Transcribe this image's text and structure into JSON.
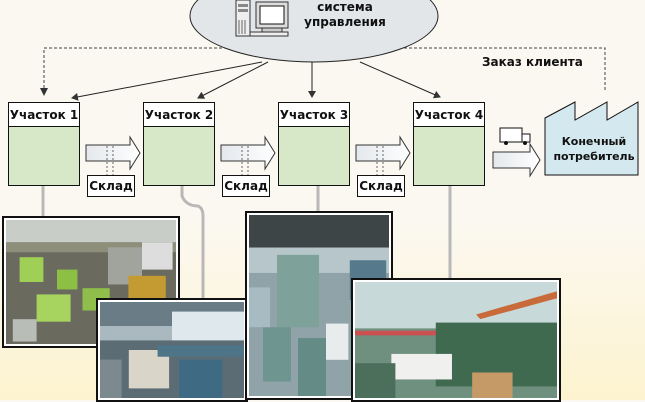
{
  "management": {
    "label_line1": "система",
    "label_line2": "управления",
    "icon": "computer-icon"
  },
  "order_label": "Заказ клиента",
  "sections": [
    {
      "label": "Участок 1"
    },
    {
      "label": "Участок 2"
    },
    {
      "label": "Участок 3"
    },
    {
      "label": "Участок 4"
    }
  ],
  "warehouses": [
    {
      "label": "Склад"
    },
    {
      "label": "Склад"
    },
    {
      "label": "Склад"
    }
  ],
  "consumer": {
    "label_line1": "Конечный",
    "label_line2": "потребитель",
    "icon": "factory-icon"
  },
  "delivery_icon": "truck-icon",
  "photos": [
    {
      "subject": "machine-shop-photo"
    },
    {
      "subject": "production-line-photo"
    },
    {
      "subject": "workshop-hall-photo"
    },
    {
      "subject": "textile-machine-photo"
    }
  ],
  "colors": {
    "section_fill": "#d6e8c8",
    "ellipse_fill": "#e2e6e9",
    "consumer_fill": "#d4e8f0",
    "connector_gray": "#b8b8b8"
  }
}
